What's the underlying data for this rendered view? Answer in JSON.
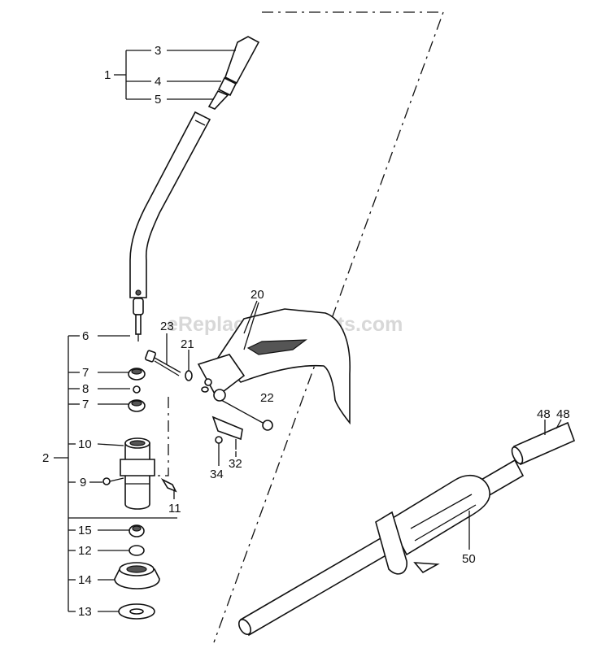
{
  "watermark": "eReplacementParts.com",
  "labels": {
    "l1": "1",
    "l2": "2",
    "l3": "3",
    "l4": "4",
    "l5": "5",
    "l6": "6",
    "l7a": "7",
    "l8": "8",
    "l7b": "7",
    "l10": "10",
    "l9": "9",
    "l11": "11",
    "l15": "15",
    "l12": "12",
    "l14": "14",
    "l13": "13",
    "l20": "20",
    "l21": "21",
    "l22": "22",
    "l23": "23",
    "l32": "32",
    "l34": "34",
    "l48a": "48",
    "l48b": "48",
    "l50": "50"
  }
}
